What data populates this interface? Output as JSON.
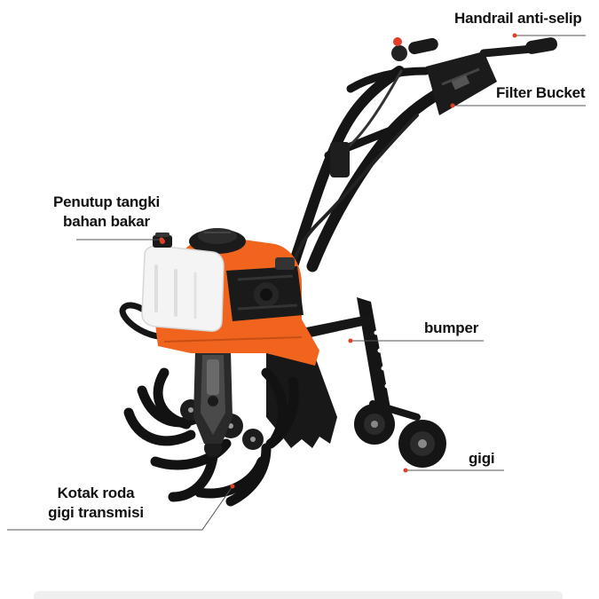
{
  "callouts": {
    "handrail": "Handrail anti-selip",
    "filter": "Filter Bucket",
    "fuel_cap_line1": "Penutup tangki",
    "fuel_cap_line2": "bahan bakar",
    "bumper": "bumper",
    "gigi": "gigi",
    "gearbox_line1": "Kotak roda",
    "gearbox_line2": "gigi transmisi"
  },
  "colors": {
    "engine_orange": "#f0641e",
    "frame_black": "#111111",
    "tank_white": "#f4f4f4",
    "callout_dot": "#e0402a"
  },
  "illustration": "tiller-machine"
}
